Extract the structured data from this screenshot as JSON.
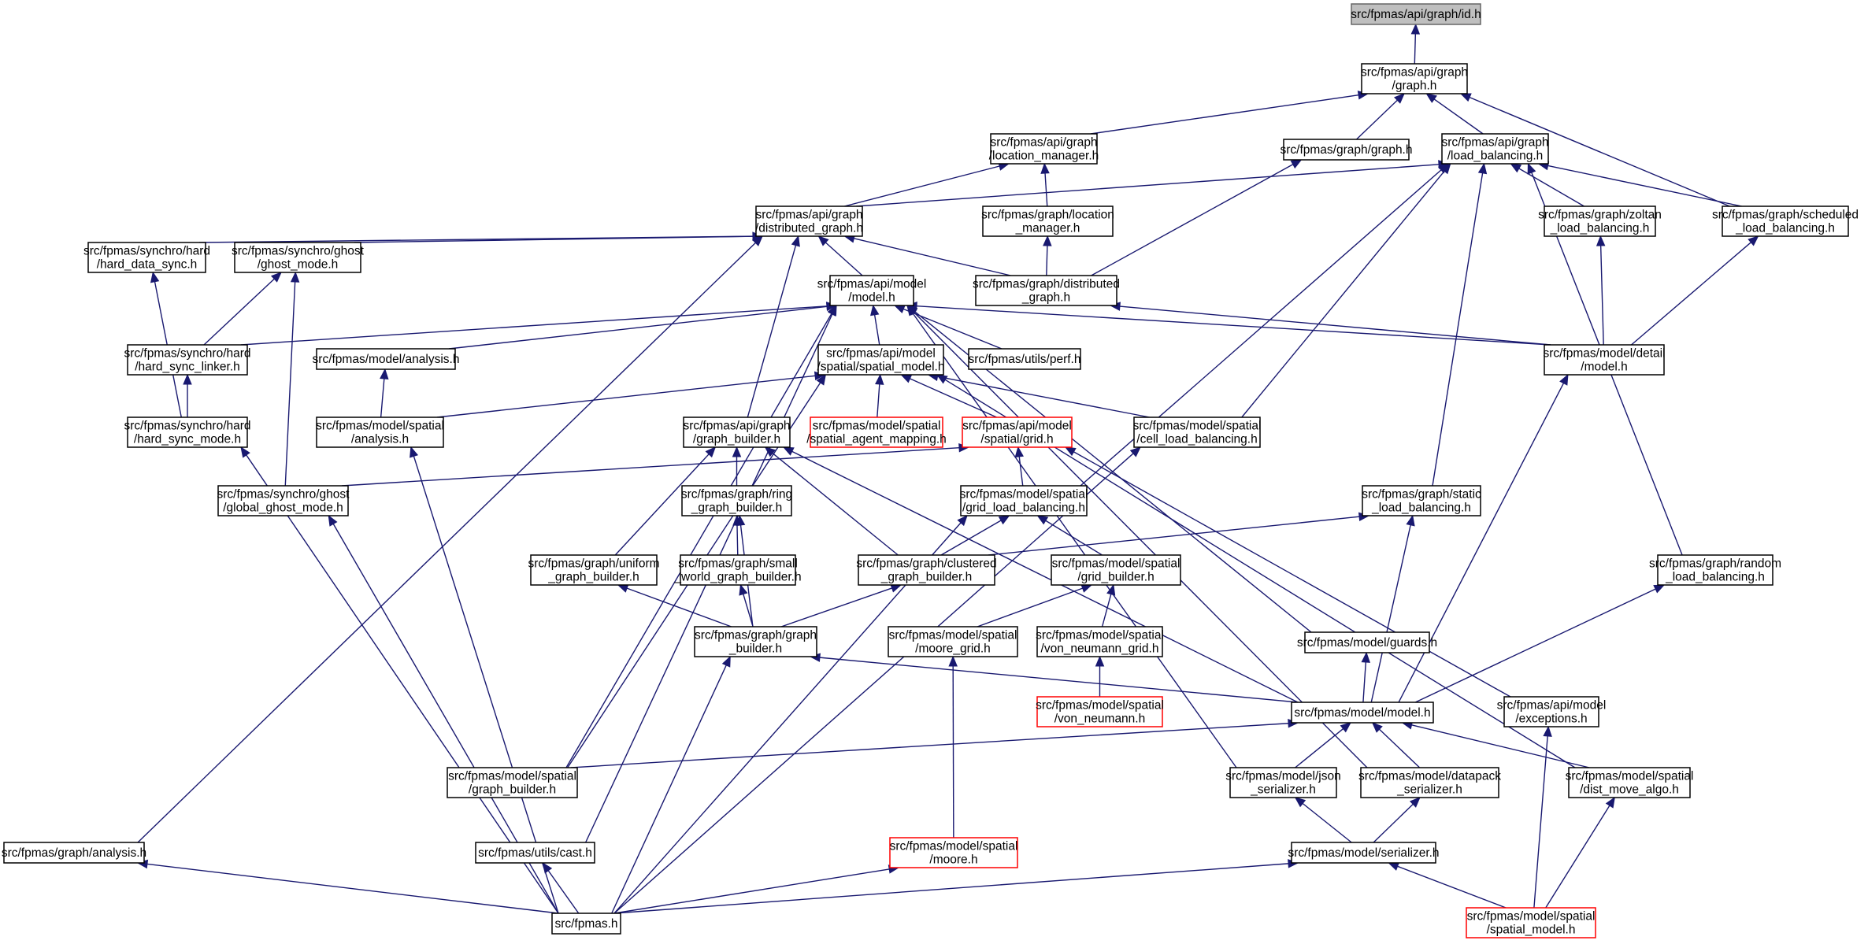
{
  "diagram": {
    "colors": {
      "edge": "#191970",
      "box": "#000000",
      "highlighted_box": "#ff0000",
      "root_fill": "#bfbfbf"
    },
    "nodes": [
      {
        "id": "id_h",
        "lines": [
          "src/fpmas/api/graph/id.h"
        ],
        "style": "root"
      },
      {
        "id": "api_graph",
        "lines": [
          "src/fpmas/api/graph",
          "/graph.h"
        ]
      },
      {
        "id": "api_location_manager",
        "lines": [
          "src/fpmas/api/graph",
          "/location_manager.h"
        ]
      },
      {
        "id": "graph_graph",
        "lines": [
          "src/fpmas/graph/graph.h"
        ]
      },
      {
        "id": "api_load_balancing",
        "lines": [
          "src/fpmas/api/graph",
          "/load_balancing.h"
        ]
      },
      {
        "id": "api_distributed_graph",
        "lines": [
          "src/fpmas/api/graph",
          "/distributed_graph.h"
        ]
      },
      {
        "id": "graph_location_manager",
        "lines": [
          "src/fpmas/graph/location",
          "_manager.h"
        ]
      },
      {
        "id": "graph_zoltan",
        "lines": [
          "src/fpmas/graph/zoltan",
          "_load_balancing.h"
        ]
      },
      {
        "id": "graph_scheduled",
        "lines": [
          "src/fpmas/graph/scheduled",
          "_load_balancing.h"
        ]
      },
      {
        "id": "hard_data_sync",
        "lines": [
          "src/fpmas/synchro/hard",
          "/hard_data_sync.h"
        ]
      },
      {
        "id": "ghost_mode",
        "lines": [
          "src/fpmas/synchro/ghost",
          "/ghost_mode.h"
        ]
      },
      {
        "id": "api_model",
        "lines": [
          "src/fpmas/api/model",
          "/model.h"
        ]
      },
      {
        "id": "graph_distributed",
        "lines": [
          "src/fpmas/graph/distributed",
          "_graph.h"
        ]
      },
      {
        "id": "hard_sync_linker",
        "lines": [
          "src/fpmas/synchro/hard",
          "/hard_sync_linker.h"
        ]
      },
      {
        "id": "model_analysis",
        "lines": [
          "src/fpmas/model/analysis.h"
        ]
      },
      {
        "id": "api_spatial_model",
        "lines": [
          "src/fpmas/api/model",
          "/spatial/spatial_model.h"
        ]
      },
      {
        "id": "utils_perf",
        "lines": [
          "src/fpmas/utils/perf.h"
        ]
      },
      {
        "id": "model_detail",
        "lines": [
          "src/fpmas/model/detail",
          "/model.h"
        ]
      },
      {
        "id": "hard_sync_mode",
        "lines": [
          "src/fpmas/synchro/hard",
          "/hard_sync_mode.h"
        ]
      },
      {
        "id": "spatial_analysis",
        "lines": [
          "src/fpmas/model/spatial",
          "/analysis.h"
        ]
      },
      {
        "id": "api_graph_builder",
        "lines": [
          "src/fpmas/api/graph",
          "/graph_builder.h"
        ]
      },
      {
        "id": "spatial_agent_mapping",
        "lines": [
          "src/fpmas/model/spatial",
          "/spatial_agent_mapping.h"
        ],
        "style": "red"
      },
      {
        "id": "api_grid",
        "lines": [
          "src/fpmas/api/model",
          "/spatial/grid.h"
        ],
        "style": "red"
      },
      {
        "id": "cell_load_balancing",
        "lines": [
          "src/fpmas/model/spatial",
          "/cell_load_balancing.h"
        ]
      },
      {
        "id": "global_ghost_mode",
        "lines": [
          "src/fpmas/synchro/ghost",
          "/global_ghost_mode.h"
        ]
      },
      {
        "id": "ring_graph_builder",
        "lines": [
          "src/fpmas/graph/ring",
          "_graph_builder.h"
        ]
      },
      {
        "id": "grid_load_balancing",
        "lines": [
          "src/fpmas/model/spatial",
          "/grid_load_balancing.h"
        ]
      },
      {
        "id": "static_load_balancing",
        "lines": [
          "src/fpmas/graph/static",
          "_load_balancing.h"
        ]
      },
      {
        "id": "uniform_graph_builder",
        "lines": [
          "src/fpmas/graph/uniform",
          "_graph_builder.h"
        ]
      },
      {
        "id": "small_world",
        "lines": [
          "src/fpmas/graph/small",
          "_world_graph_builder.h"
        ]
      },
      {
        "id": "clustered",
        "lines": [
          "src/fpmas/graph/clustered",
          "_graph_builder.h"
        ]
      },
      {
        "id": "grid_builder",
        "lines": [
          "src/fpmas/model/spatial",
          "/grid_builder.h"
        ]
      },
      {
        "id": "random_lb",
        "lines": [
          "src/fpmas/graph/random",
          "_load_balancing.h"
        ]
      },
      {
        "id": "graph_builder",
        "lines": [
          "src/fpmas/graph/graph",
          "_builder.h"
        ]
      },
      {
        "id": "moore_grid",
        "lines": [
          "src/fpmas/model/spatial",
          "/moore_grid.h"
        ]
      },
      {
        "id": "von_neumann_grid",
        "lines": [
          "src/fpmas/model/spatial",
          "/von_neumann_grid.h"
        ]
      },
      {
        "id": "guards",
        "lines": [
          "src/fpmas/model/guards.h"
        ]
      },
      {
        "id": "von_neumann",
        "lines": [
          "src/fpmas/model/spatial",
          "/von_neumann.h"
        ],
        "style": "red"
      },
      {
        "id": "model_model",
        "lines": [
          "src/fpmas/model/model.h"
        ]
      },
      {
        "id": "exceptions",
        "lines": [
          "src/fpmas/api/model",
          "/exceptions.h"
        ]
      },
      {
        "id": "spatial_graph_builder",
        "lines": [
          "src/fpmas/model/spatial",
          "/graph_builder.h"
        ]
      },
      {
        "id": "json_serializer",
        "lines": [
          "src/fpmas/model/json",
          "_serializer.h"
        ]
      },
      {
        "id": "datapack",
        "lines": [
          "src/fpmas/model/datapack",
          "_serializer.h"
        ]
      },
      {
        "id": "dist_move_algo",
        "lines": [
          "src/fpmas/model/spatial",
          "/dist_move_algo.h"
        ]
      },
      {
        "id": "graph_analysis",
        "lines": [
          "src/fpmas/graph/analysis.h"
        ]
      },
      {
        "id": "utils_cast",
        "lines": [
          "src/fpmas/utils/cast.h"
        ]
      },
      {
        "id": "moore",
        "lines": [
          "src/fpmas/model/spatial",
          "/moore.h"
        ],
        "style": "red"
      },
      {
        "id": "serializer",
        "lines": [
          "src/fpmas/model/serializer.h"
        ]
      },
      {
        "id": "fpmas",
        "lines": [
          "src/fpmas.h"
        ]
      },
      {
        "id": "spatial_model",
        "lines": [
          "src/fpmas/model/spatial",
          "/spatial_model.h"
        ],
        "style": "red"
      }
    ],
    "edges": [
      [
        "api_graph",
        "id_h"
      ],
      [
        "api_location_manager",
        "api_graph"
      ],
      [
        "graph_graph",
        "api_graph"
      ],
      [
        "api_load_balancing",
        "api_graph"
      ],
      [
        "graph_scheduled",
        "api_graph"
      ],
      [
        "api_distributed_graph",
        "api_location_manager"
      ],
      [
        "graph_location_manager",
        "api_location_manager"
      ],
      [
        "graph_distributed",
        "graph_graph"
      ],
      [
        "api_distributed_graph",
        "api_load_balancing"
      ],
      [
        "graph_zoltan",
        "api_load_balancing"
      ],
      [
        "graph_scheduled",
        "api_load_balancing"
      ],
      [
        "grid_load_balancing",
        "api_load_balancing"
      ],
      [
        "cell_load_balancing",
        "api_load_balancing"
      ],
      [
        "static_load_balancing",
        "api_load_balancing"
      ],
      [
        "random_lb",
        "api_load_balancing"
      ],
      [
        "hard_data_sync",
        "api_distributed_graph"
      ],
      [
        "ghost_mode",
        "api_distributed_graph"
      ],
      [
        "api_model",
        "api_distributed_graph"
      ],
      [
        "graph_distributed",
        "api_distributed_graph"
      ],
      [
        "api_graph_builder",
        "api_distributed_graph"
      ],
      [
        "graph_analysis",
        "api_distributed_graph"
      ],
      [
        "graph_distributed",
        "graph_location_manager"
      ],
      [
        "model_detail",
        "graph_zoltan"
      ],
      [
        "model_detail",
        "graph_scheduled"
      ],
      [
        "hard_sync_mode",
        "hard_data_sync"
      ],
      [
        "hard_sync_linker",
        "ghost_mode"
      ],
      [
        "global_ghost_mode",
        "ghost_mode"
      ],
      [
        "hard_sync_linker",
        "api_model"
      ],
      [
        "model_analysis",
        "api_model"
      ],
      [
        "api_spatial_model",
        "api_model"
      ],
      [
        "utils_perf",
        "api_model"
      ],
      [
        "model_detail",
        "api_model"
      ],
      [
        "spatial_graph_builder",
        "api_model"
      ],
      [
        "utils_cast",
        "api_model"
      ],
      [
        "json_serializer",
        "api_model"
      ],
      [
        "guards",
        "api_model"
      ],
      [
        "datapack",
        "api_model"
      ],
      [
        "model_detail",
        "graph_distributed"
      ],
      [
        "hard_sync_mode",
        "hard_sync_linker"
      ],
      [
        "spatial_analysis",
        "model_analysis"
      ],
      [
        "spatial_analysis",
        "api_spatial_model"
      ],
      [
        "spatial_agent_mapping",
        "api_spatial_model"
      ],
      [
        "api_grid",
        "api_spatial_model"
      ],
      [
        "cell_load_balancing",
        "api_spatial_model"
      ],
      [
        "spatial_graph_builder",
        "api_spatial_model"
      ],
      [
        "dist_move_algo",
        "api_spatial_model"
      ],
      [
        "model_model",
        "model_detail"
      ],
      [
        "fpmas",
        "hard_sync_mode"
      ],
      [
        "fpmas",
        "spatial_analysis"
      ],
      [
        "ring_graph_builder",
        "api_graph_builder"
      ],
      [
        "uniform_graph_builder",
        "api_graph_builder"
      ],
      [
        "clustered",
        "api_graph_builder"
      ],
      [
        "model_model",
        "api_graph_builder"
      ],
      [
        "global_ghost_mode",
        "api_grid"
      ],
      [
        "grid_load_balancing",
        "api_grid"
      ],
      [
        "exceptions",
        "api_grid"
      ],
      [
        "fpmas",
        "cell_load_balancing"
      ],
      [
        "fpmas",
        "global_ghost_mode"
      ],
      [
        "small_world",
        "ring_graph_builder"
      ],
      [
        "graph_builder",
        "ring_graph_builder"
      ],
      [
        "clustered",
        "grid_load_balancing"
      ],
      [
        "grid_builder",
        "grid_load_balancing"
      ],
      [
        "fpmas",
        "grid_load_balancing"
      ],
      [
        "clustered",
        "static_load_balancing"
      ],
      [
        "model_model",
        "static_load_balancing"
      ],
      [
        "graph_builder",
        "uniform_graph_builder"
      ],
      [
        "graph_builder",
        "small_world"
      ],
      [
        "graph_builder",
        "clustered"
      ],
      [
        "moore_grid",
        "grid_builder"
      ],
      [
        "von_neumann_grid",
        "grid_builder"
      ],
      [
        "model_model",
        "random_lb"
      ],
      [
        "model_model",
        "graph_builder"
      ],
      [
        "fpmas",
        "graph_builder"
      ],
      [
        "moore",
        "moore_grid"
      ],
      [
        "von_neumann",
        "von_neumann_grid"
      ],
      [
        "model_model",
        "guards"
      ],
      [
        "spatial_graph_builder",
        "model_model"
      ],
      [
        "json_serializer",
        "model_model"
      ],
      [
        "datapack",
        "model_model"
      ],
      [
        "dist_move_algo",
        "model_model"
      ],
      [
        "spatial_model",
        "exceptions"
      ],
      [
        "serializer",
        "json_serializer"
      ],
      [
        "serializer",
        "datapack"
      ],
      [
        "spatial_model",
        "dist_move_algo"
      ],
      [
        "fpmas",
        "graph_analysis"
      ],
      [
        "fpmas",
        "utils_cast"
      ],
      [
        "fpmas",
        "moore"
      ],
      [
        "fpmas",
        "serializer"
      ],
      [
        "spatial_model",
        "serializer"
      ]
    ]
  }
}
